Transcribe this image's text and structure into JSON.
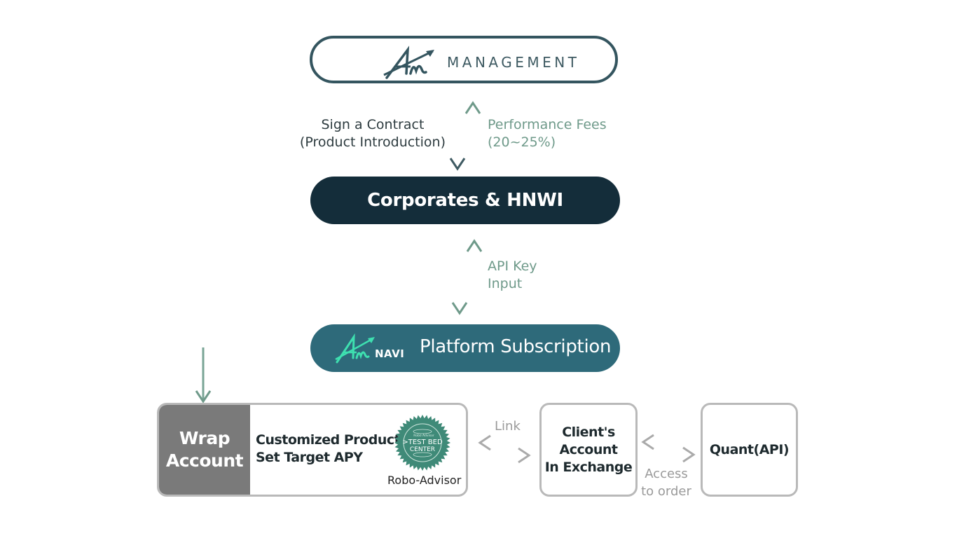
{
  "management": {
    "logo_icon": "am-signature-logo",
    "brand_text": "MANAGEMENT"
  },
  "flow_top": {
    "left_label_line1": "Sign a Contract",
    "left_label_line2": "(Product Introduction)",
    "right_label_line1": "Performance Fees",
    "right_label_line2": "(20~25%)"
  },
  "corporates": {
    "label": "Corporates & HNWI"
  },
  "flow_middle": {
    "label_line1": "API Key",
    "label_line2": "Input"
  },
  "platform": {
    "logo_icon": "am-navi-logo",
    "logo_text": "NAVI",
    "label": "Platform Subscription"
  },
  "wrap_account": {
    "side_line1": "Wrap",
    "side_line2": "Account",
    "product_line1": "Customized Products",
    "product_line2": "Set Target APY",
    "badge_small": "Robo Advisor",
    "badge_line1": ">TEST BED",
    "badge_line2": "CENTER",
    "badge_caption": "Robo-Advisor"
  },
  "link_label": "Link",
  "client_account": {
    "line1": "Client's",
    "line2": "Account",
    "line3": "In Exchange"
  },
  "access_label": {
    "line1": "Access",
    "line2": "to order"
  },
  "quant": {
    "label": "Quant(API)"
  },
  "colors": {
    "management_border": "#34555f",
    "corporates_fill": "#142d3a",
    "platform_fill": "#2e6a7a",
    "navi_accent": "#3ee0b0",
    "arrow_green": "#6f9a8a",
    "arrow_dark": "#3e5a62",
    "wrap_fill": "#7a7a7a",
    "box_border": "#b9b9b9",
    "badge_fill": "#3f8a78"
  }
}
